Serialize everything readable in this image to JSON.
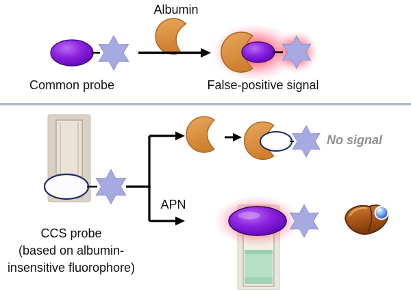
{
  "labels": {
    "albumin": "Albumin",
    "common_probe": "Common probe",
    "false_positive": "False-positive signal",
    "no_signal": "No signal",
    "apn": "APN",
    "ccs_probe": "CCS probe\n(based on albumin-\ninsensitive fluorophore)"
  },
  "icons": {
    "albumin_icon": "orange-pacman-blob",
    "fluorophore_star_icon": "six-pointed-star",
    "common_probe_icon": "purple-ellipse",
    "ccs_probe_icon": "white-ellipse-navy-outline",
    "activated_probe_icon": "glowing-purple-ellipse",
    "liver_icon": "liver-with-blue-sphere",
    "empty_cuvette_photo": "clear-cuvette-photo",
    "green_cuvette_photo": "cuvette-with-green-solution-photo",
    "arrow_icon": "black-right-arrow"
  },
  "colors": {
    "albumin_orange": "#d98c3f",
    "probe_purple": "#7a18d8",
    "star_lavender": "#a7a9e2",
    "glow_red": "#ff2040",
    "divider_blue": "#a9bdd9",
    "no_signal_gray": "#8f8f8f",
    "liver_brown": "#a85514",
    "solution_green": "#b6e0c8",
    "arrow_black": "#000000"
  }
}
